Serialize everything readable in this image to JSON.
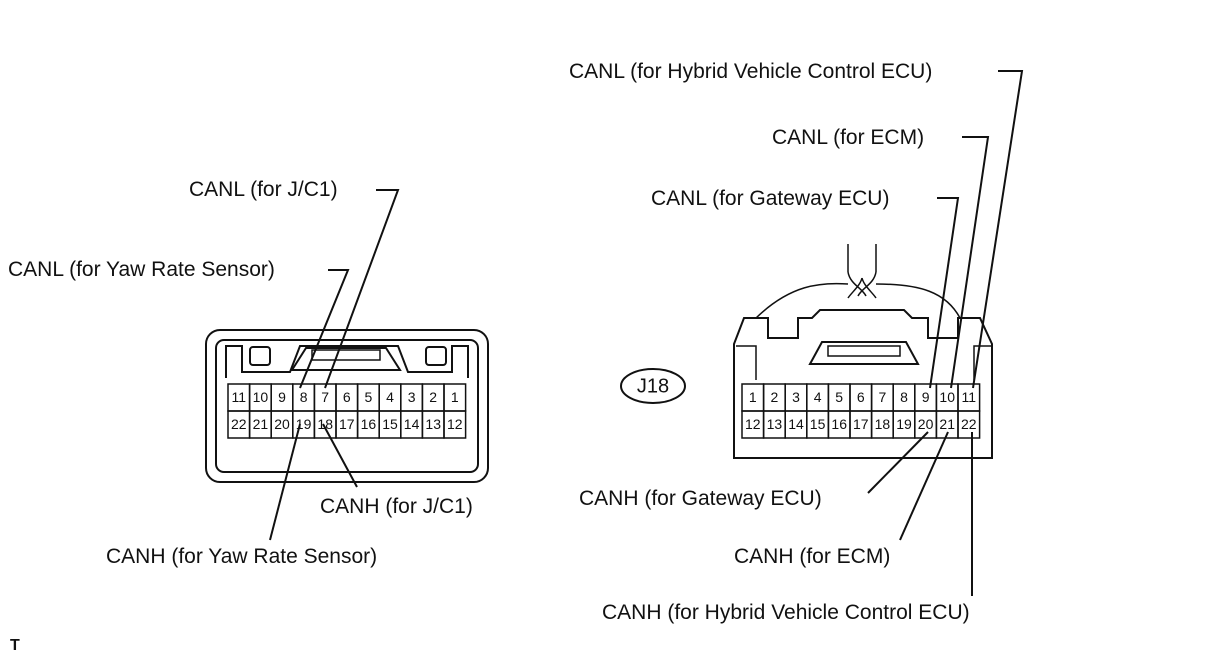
{
  "left_connector": {
    "top_row": [
      "11",
      "10",
      "9",
      "8",
      "7",
      "6",
      "5",
      "4",
      "3",
      "2",
      "1"
    ],
    "bottom_row": [
      "22",
      "21",
      "20",
      "19",
      "18",
      "17",
      "16",
      "15",
      "14",
      "13",
      "12"
    ],
    "labels": {
      "canl_jc1": "CANL (for J/C1)",
      "canl_yaw": "CANL (for Yaw Rate Sensor)",
      "canh_jc1": "CANH (for J/C1)",
      "canh_yaw": "CANH (for Yaw Rate Sensor)"
    }
  },
  "right_connector": {
    "id": "J18",
    "top_row": [
      "1",
      "2",
      "3",
      "4",
      "5",
      "6",
      "7",
      "8",
      "9",
      "10",
      "11"
    ],
    "bottom_row": [
      "12",
      "13",
      "14",
      "15",
      "16",
      "17",
      "18",
      "19",
      "20",
      "21",
      "22"
    ],
    "labels": {
      "canl_hv": "CANL (for Hybrid Vehicle Control ECU)",
      "canl_ecm": "CANL (for ECM)",
      "canl_gw": "CANL (for Gateway ECU)",
      "canh_gw": "CANH (for Gateway ECU)",
      "canh_ecm": "CANH (for ECM)",
      "canh_hv": "CANH (for Hybrid Vehicle Control ECU)"
    }
  },
  "footer": "T"
}
